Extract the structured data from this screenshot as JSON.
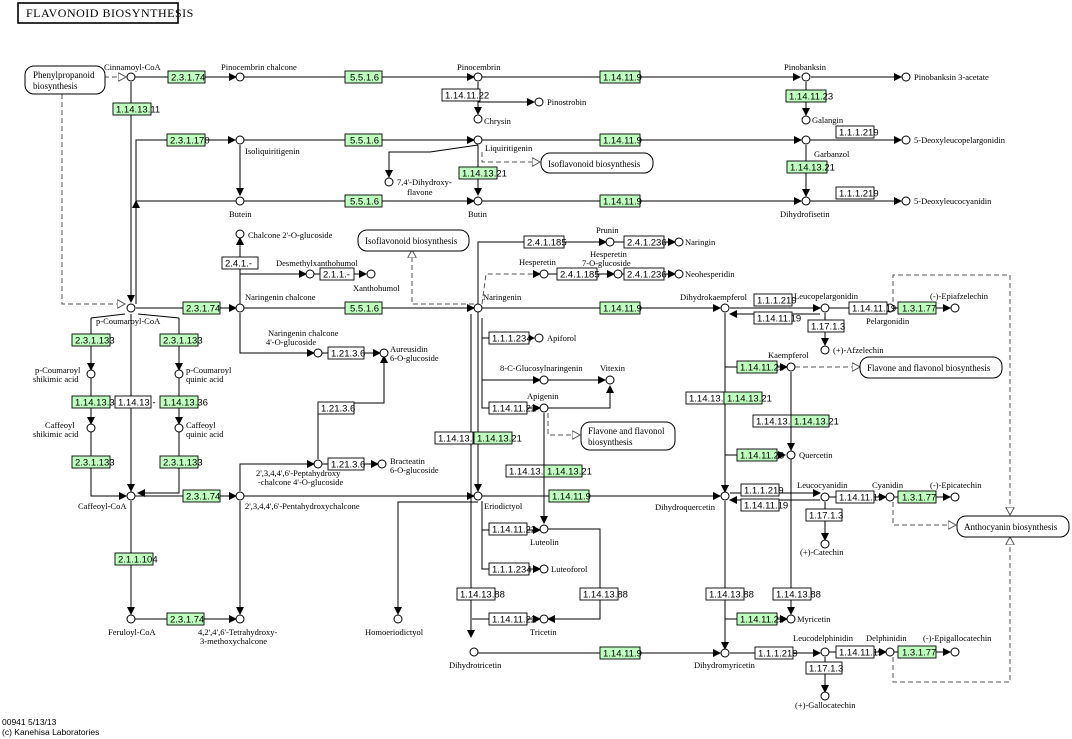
{
  "title": "FLAVONOID BIOSYNTHESIS",
  "footer": {
    "map_id": "00941 5/13/13",
    "copyright": "(c) Kanehisa Laboratories"
  },
  "compounds": {
    "cinnamoyl_coa": "Cinnamoyl-CoA",
    "pinocembrin_chalcone": "Pinocembrin chalcone",
    "pinocembrin": "Pinocembrin",
    "pinobanksin": "Pinobanksin",
    "pinobanksin_3_acetate": "Pinobanksin 3-acetate",
    "pinostrobin": "Pinostrobin",
    "chrysin": "Chrysin",
    "galangin": "Galangin",
    "isoliquiritigenin": "Isoliquiritigenin",
    "liquiritigenin": "Liquiritigenin",
    "garbanzol": "Garbanzol",
    "deoxyleucopelargonidin": "5-Deoxyleucopelargonidin",
    "dihydroxyflavone_1": "7,4'-Dihydroxy-",
    "dihydroxyflavone_2": "flavone",
    "butein": "Butein",
    "butin": "Butin",
    "dihydrofisetin": "Dihydrofisetin",
    "deoxyleucocyanidin": "5-Deoxyleucocyanidin",
    "chalcone_glucoside": "Chalcone 2'-O-glucoside",
    "desmethylxanthohumol": "Desmethylxanthohumol",
    "xanthohumol": "Xanthohumol",
    "prunin": "Prunin",
    "naringin": "Naringin",
    "hesperetin": "Hesperetin",
    "hesperetin_glucoside_1": "Hesperetin",
    "hesperetin_glucoside_2": "7-O-glucoside",
    "neohesperidin": "Neohesperidin",
    "naringenin_chalcone": "Naringenin chalcone",
    "naringenin": "Naringenin",
    "dihydrokaempferol": "Dihydrokaempferol",
    "leucopelargonidin": "Leucopelargonidin",
    "pelargonidin": "Pelargonidin",
    "epiafzelechin": "(-)-Epiafzelechin",
    "afzelechin": "(+)-Afzelechin",
    "p_coumaroyl_coa": "p-Coumaroyl-CoA",
    "ncg_1": "Naringenin chalcone",
    "ncg_2": "4'-O-glucoside",
    "aureusidin_1": "Aureusidin",
    "aureusidin_2": "6-O-glucoside",
    "apiforol": "Apiforol",
    "kaempferol": "Kaempferol",
    "p_coumaroyl_shikimic_1": "p-Coumaroyl",
    "p_coumaroyl_shikimic_2": "shikimic acid",
    "p_coumaroyl_quinic_1": "p-Coumaroyl",
    "p_coumaroyl_quinic_2": "quinic acid",
    "c_glucosylnaringenin": "8-C-Glucosylnaringenin",
    "vitexin": "Vitexin",
    "apigenin": "Apigenin",
    "caffeoyl_shikimic_1": "Caffeoyl",
    "caffeoyl_shikimic_2": "shikimic acid",
    "caffeoyl_quinic_1": "Caffeoyl",
    "caffeoyl_quinic_2": "quinic acid",
    "quercetin": "Quercetin",
    "peptahydroxy_1": "2',3,4,4',6'-Peptahydroxy",
    "peptahydroxy_2": "-chalcone 4'-O-glucoside",
    "bracteatin_1": "Bracteatin",
    "bracteatin_2": "6-O-glucoside",
    "caffeoyl_coa": "Caffeoyl-CoA",
    "pentahydroxychalcone": "2',3,4,4',6'-Pentahydroxychalcone",
    "eriodictyol": "Eriodictyol",
    "dihydroquercetin": "Dihydroquercetin",
    "leucocyanidin": "Leucocyanidin",
    "cyanidin": "Cyanidin",
    "epicatechin": "(-)-Epicatechin",
    "luteolin": "Luteolin",
    "catechin": "(+)-Catechin",
    "luteoforol": "Luteoforol",
    "feruloyl_coa": "Feruloyl-CoA",
    "tetrahydroxy_1": "4,2',4',6'-Tetrahydroxy-",
    "tetrahydroxy_2": "3-methoxychalcone",
    "homoeriodictyol": "Homoeriodictyol",
    "myricetin": "Myricetin",
    "tricetin": "Tricetin",
    "leucodelphinidin": "Leucodelphinidin",
    "delphinidin": "Delphinidin",
    "epigallocatechin": "(-)-Epigallocatechin",
    "dihydrotricetin": "Dihydrotricetin",
    "dihydromyricetin": "Dihydromyricetin",
    "gallocatechin": "(+)-Gallocatechin"
  },
  "maps": {
    "phenylpropanoid_1": "Phenylpropanoid",
    "phenylpropanoid_2": "biosynthesis",
    "isoflavonoid_a": "Isoflavonoid biosynthesis",
    "isoflavonoid_b": "Isoflavonoid biosynthesis",
    "flavone_a": "Flavone and flavonol biosynthesis",
    "flavone_b_1": "Flavone and flavonol",
    "flavone_b_2": "biosynthesis",
    "anthocyanin": "Anthocyanin biosynthesis"
  },
  "enzymes": {
    "e1": "2.3.1.74",
    "e2": "5.5.1.6",
    "e3": "1.14.11.9",
    "e4": "1.14.13.11",
    "e5": "1.14.11.23",
    "e6": "1.14.11.22",
    "e7": "2.3.1.170",
    "e8": "5.5.1.6",
    "e9": "1.14.11.9",
    "e10": "1.1.1.219",
    "e11": "1.14.13.21",
    "e12": "5.5.1.6",
    "e13": "1.14.11.9",
    "e14": "1.1.1.219",
    "e15": "1.14.13.21",
    "e16": "2.4.1.185",
    "e17": "2.4.1.236",
    "e18": "2.4.1.-",
    "e19": "2.1.1.-",
    "e20": "2.4.1.185",
    "e21": "2.4.1.236",
    "e22": "2.3.1.74",
    "e23": "5.5.1.6",
    "e24": "1.14.11.9",
    "e25": "1.1.1.219",
    "e26": "1.14.11.19",
    "e27": "1.14.11.19",
    "e28": "1.3.1.77",
    "e29": "1.17.1.3",
    "e30": "2.3.1.133",
    "e31": "2.3.1.133",
    "e32": "1.21.3.6",
    "e33": "1.1.1.234",
    "e34": "1.14.11.23",
    "e35": "1.14.13.36",
    "e36": "1.14.13.-",
    "e37": "1.14.13.36",
    "e38": "1.21.3.6",
    "e39": "1.14.11.22",
    "e40": "1.14.13.88",
    "e41": "1.14.13.21",
    "e42": "1.14.13.88",
    "e43": "1.14.13.21",
    "e44": "1.14.13.88",
    "e45": "1.14.13.21",
    "e46": "1.21.3.6",
    "e47": "2.3.1.133",
    "e48": "2.3.1.133",
    "e49": "1.14.13.88",
    "e50": "1.14.13.21",
    "e51": "1.14.11.23",
    "e52": "2.3.1.74",
    "e53": "1.14.11.9",
    "e54": "1.1.1.219",
    "e55": "1.14.11.19",
    "e56": "1.14.11.19",
    "e57": "1.3.1.77",
    "e58": "1.14.11.22",
    "e59": "1.17.1.3",
    "e60": "2.1.1.104",
    "e61": "1.1.1.234",
    "e62": "1.14.13.88",
    "e63": "1.14.13.88",
    "e64": "1.14.13.88",
    "e65": "1.14.11.23",
    "e66": "2.3.1.74",
    "e67": "1.14.11.22",
    "e68": "1.14.11.9",
    "e69": "1.1.1.219",
    "e70": "1.14.11.19",
    "e71": "1.3.1.77",
    "e72": "1.17.1.3"
  }
}
